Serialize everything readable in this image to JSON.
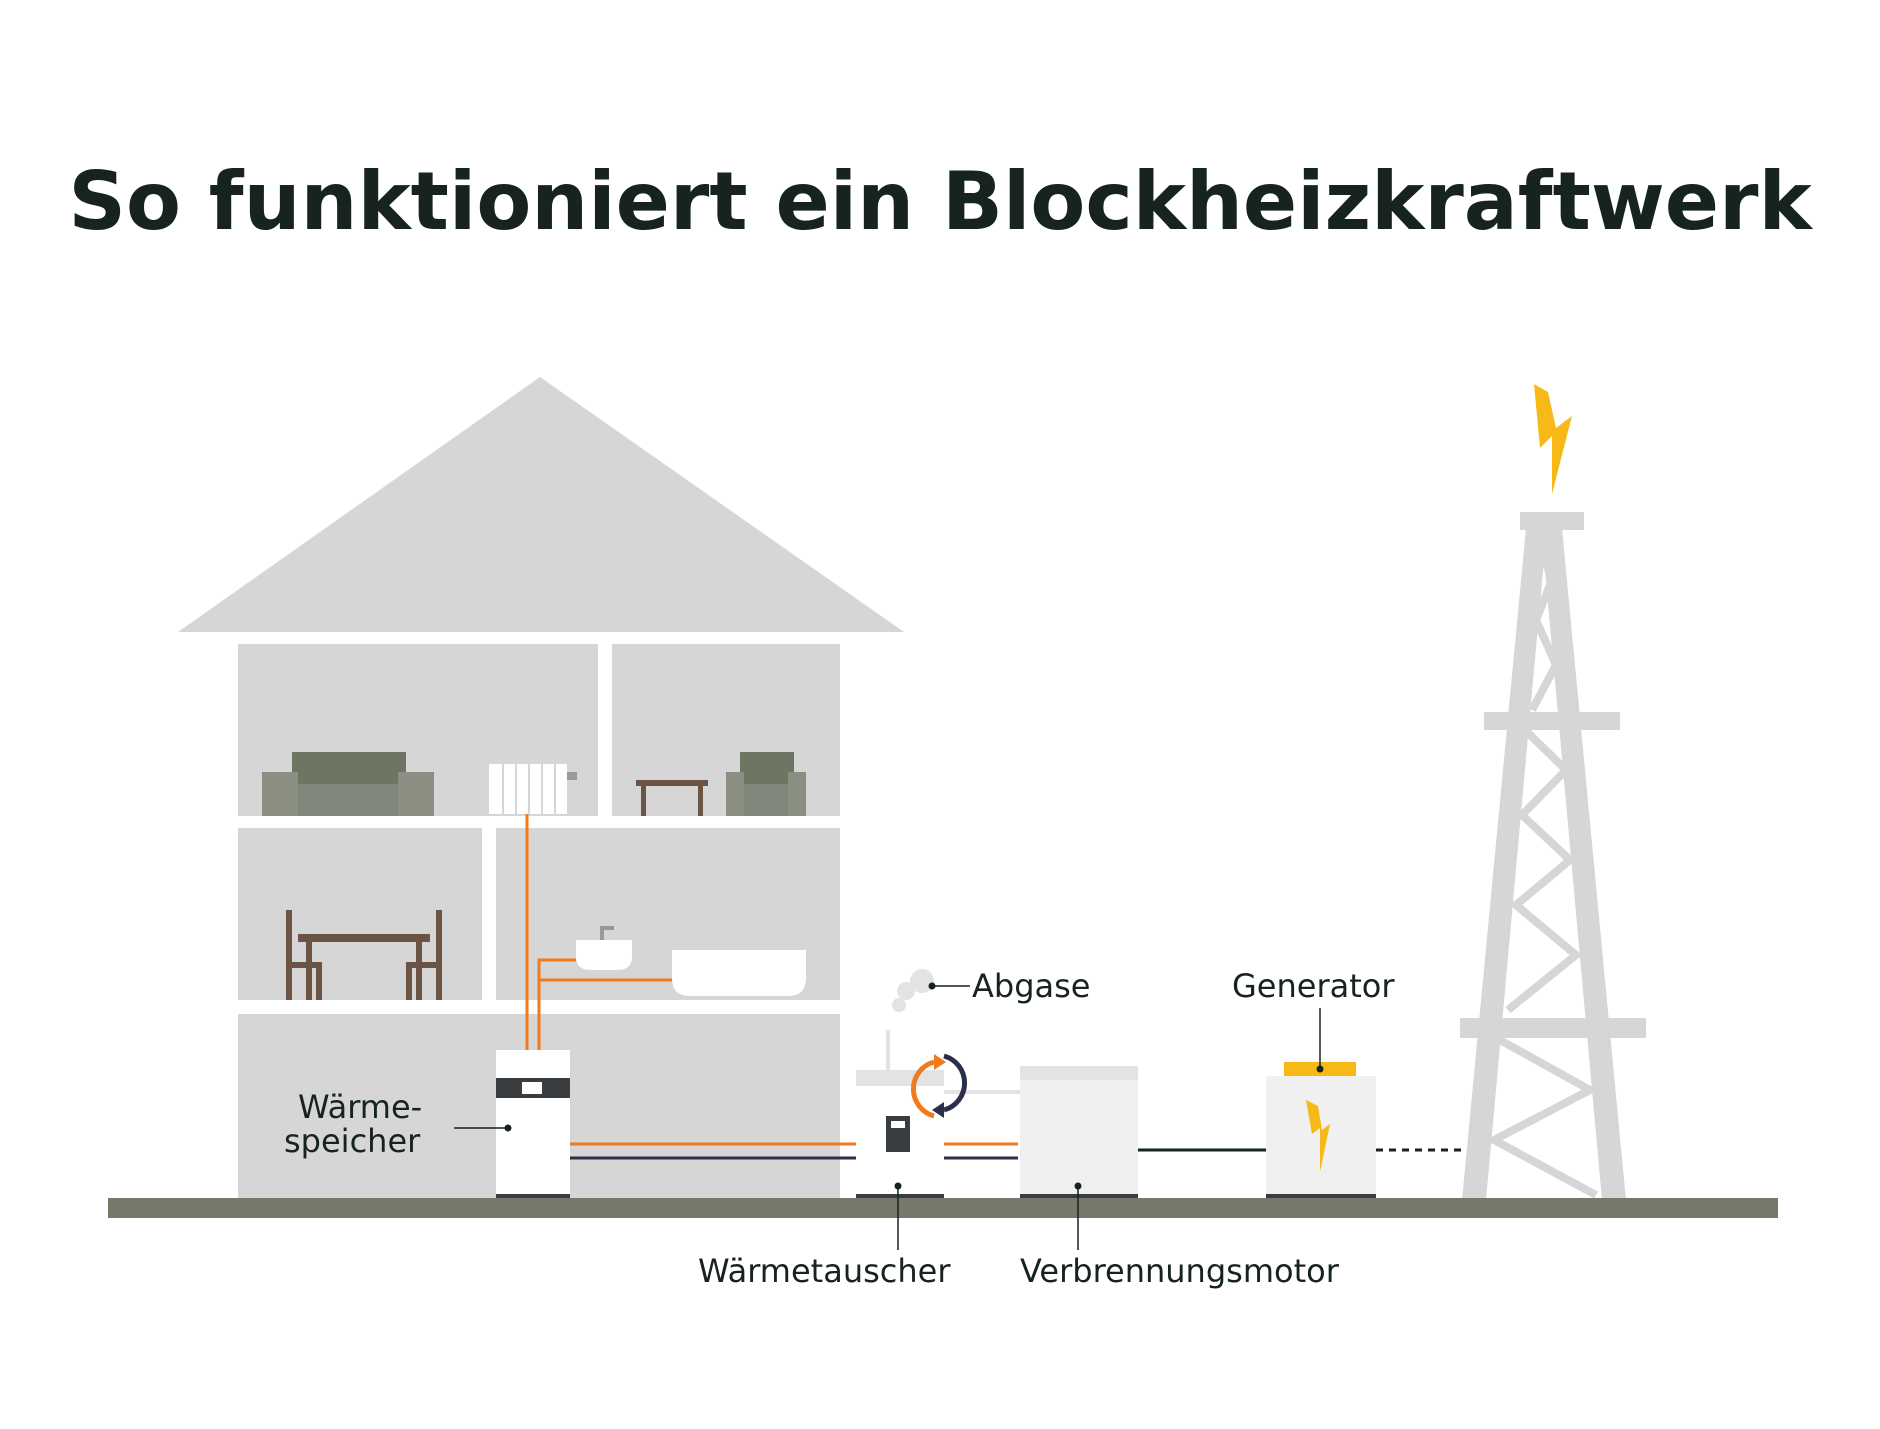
{
  "title": "So funktioniert ein Blockheizkraftwerk",
  "labels": {
    "waermespeicher_line1": "Wärme-",
    "waermespeicher_line2": "speicher",
    "abgase": "Abgase",
    "generator": "Generator",
    "waermetauscher": "Wärmetauscher",
    "verbrennungsmotor": "Verbrennungsmotor"
  },
  "icons": {
    "lightning_tower": "lightning-bolt-icon",
    "lightning_generator": "lightning-bolt-icon",
    "heat_cycle": "cycle-arrows-icon",
    "exhaust": "smoke-icon"
  },
  "colors": {
    "title": "#16241d",
    "house": "#d6d6d6",
    "ground": "#76786a",
    "furniture_green": "#6f7563",
    "furniture_brown": "#6b5444",
    "hot_pipe": "#f07a1f",
    "cold_pipe": "#2b2f4a",
    "bolt": "#f7b918",
    "device": "#f0f0f0",
    "dark": "#3a3d40"
  }
}
